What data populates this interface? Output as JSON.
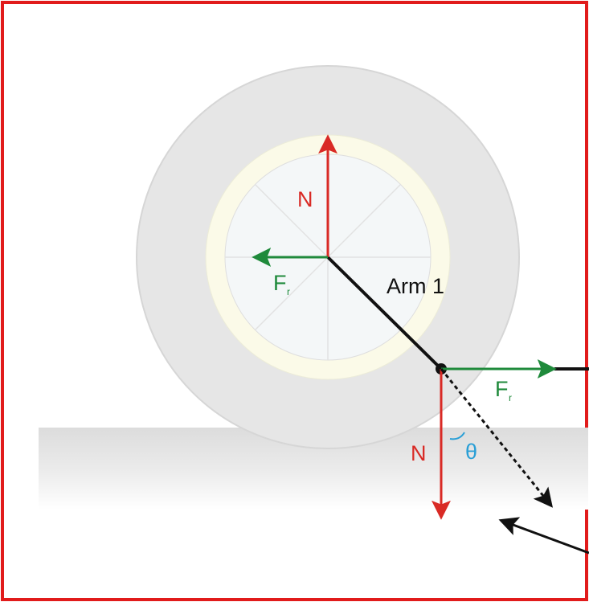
{
  "labels": {
    "normal_force_top": "N",
    "friction_left_main": "F",
    "friction_left_sub": "r",
    "arm": "Arm 1",
    "friction_right_main": "F",
    "friction_right_sub": "r",
    "normal_force_bottom": "N",
    "angle": "θ"
  },
  "colors": {
    "border": "#e11b1b",
    "normal_force": "#d92a25",
    "friction_force": "#1f8a3b",
    "angle": "#2a9fd6",
    "arm": "#111111",
    "tire": "#e6e6e6",
    "rim": "#fbfae8",
    "hub": "#f4f7f8",
    "ground": "#e4e4e4"
  }
}
